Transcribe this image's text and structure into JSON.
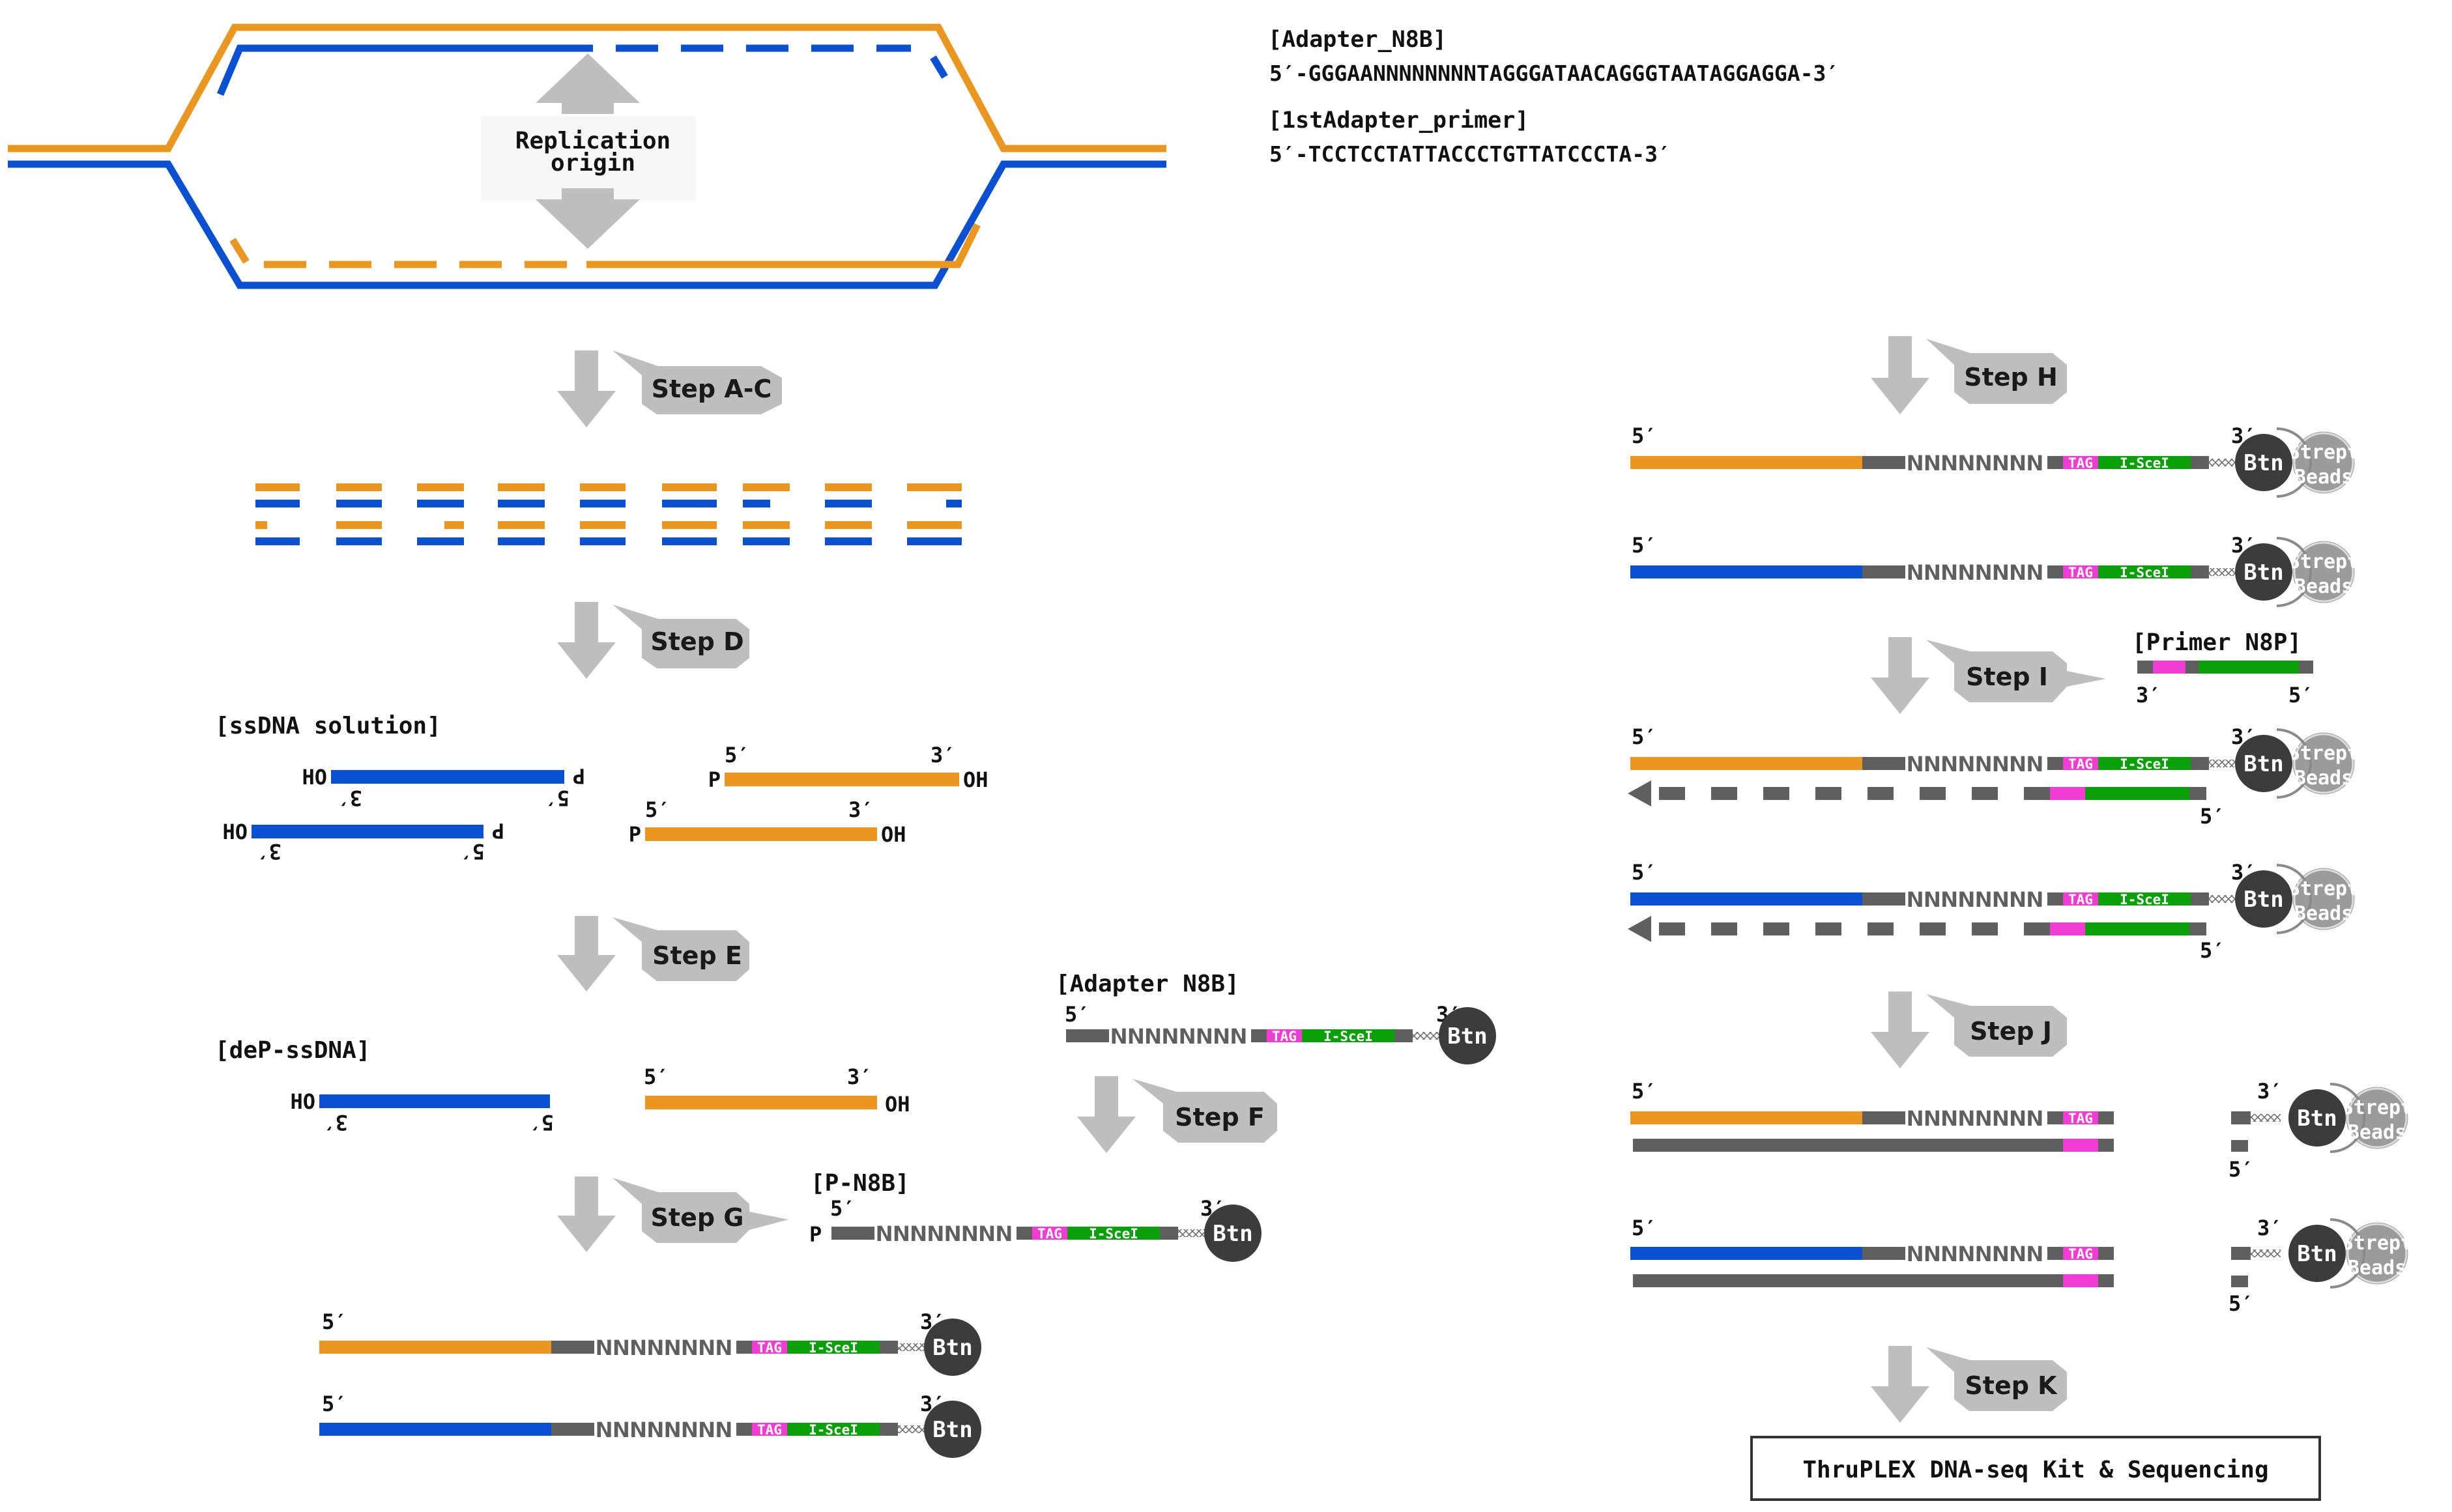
{
  "colors": {
    "orange": "#EB961E",
    "blue": "#0A50D2",
    "gray": "#5F5F5F",
    "magenta": "#F03CD2",
    "green": "#0AA00A",
    "light_gray": "#BEBEBE",
    "btn": "#3C3C3C",
    "bead": "#9B9B9B"
  },
  "sequences": {
    "adapter_n8b_title": "[Adapter_N8B]",
    "adapter_n8b_seq": "5′-GGGAANNNNNNNNTAGGGATAACAGGGTAATAGGAGGA-3′",
    "first_adapter_title": "[1stAdapter_primer]",
    "first_adapter_seq": "5′-TCCTCCTATTACCCTGTTATCCCTA-3′"
  },
  "origin_label_1": "Replication",
  "origin_label_2": "origin",
  "steps": {
    "AC": "Step A-C",
    "D": "Step D",
    "E": "Step E",
    "F": "Step F",
    "G": "Step G",
    "H": "Step H",
    "I": "Step I",
    "J": "Step J",
    "K": "Step K"
  },
  "section_labels": {
    "ssdna": "[ssDNA solution]",
    "dep": "[deP-ssDNA]",
    "adapter_block": "[Adapter N8B]",
    "p_n8b": "[P-N8B]",
    "primer_n8p": "[Primer N8P]"
  },
  "strand_labels": {
    "five": "5′",
    "three": "3′",
    "ho": "HO",
    "oh": "OH",
    "p": "P",
    "p_flipped": "P",
    "three_flipped": "3′",
    "five_flipped": "5′"
  },
  "construct": {
    "n8": "NNNNNNNN",
    "tag": "TAG",
    "isce": "I-SceI",
    "btn": "Btn",
    "beads_1": "Strept",
    "beads_2": "Beads"
  },
  "final_box": "ThruPLEX DNA-seq Kit & Sequencing"
}
